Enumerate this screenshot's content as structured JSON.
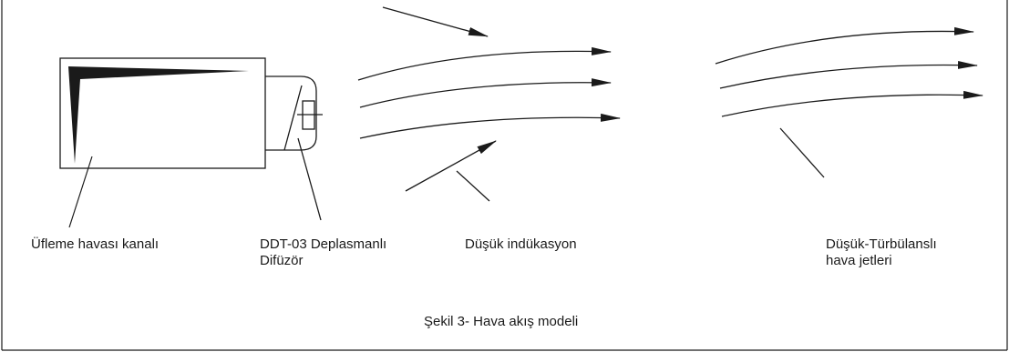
{
  "labels": {
    "supply_duct": "Üfleme havası kanalı",
    "diffuser_line1": "DDT-03 Deplasmanlı",
    "diffuser_line2": "Difüzör",
    "low_induction": "Düşük indükasyon",
    "jets_line1": "Düşük-Türbülanslı",
    "jets_line2": "hava jetleri"
  },
  "caption": "Şekil 3- Hava akış modeli"
}
